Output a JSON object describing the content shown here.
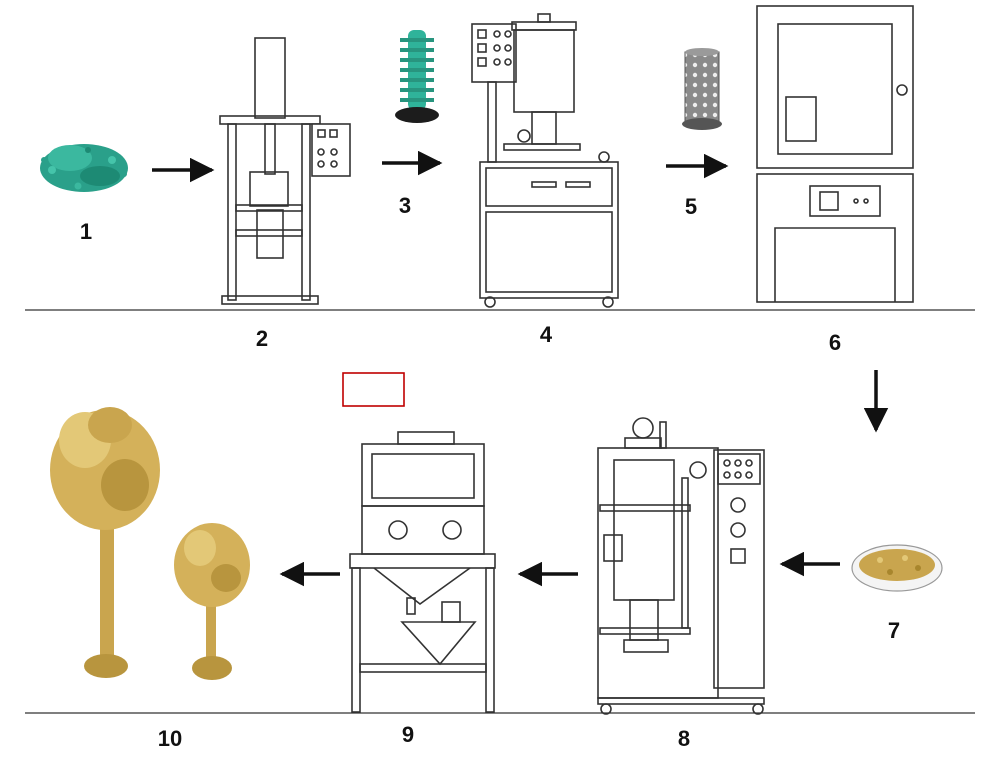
{
  "steps": [
    {
      "label": "1",
      "icon": "green-resin-pellets"
    },
    {
      "label": "2",
      "icon": "injection-press-machine"
    },
    {
      "label": "3",
      "icon": "green-wax-tree-pattern"
    },
    {
      "label": "4",
      "icon": "vacuum-investing-machine"
    },
    {
      "label": "5",
      "icon": "perforated-steel-flask"
    },
    {
      "label": "6",
      "icon": "burnout-kiln"
    },
    {
      "label": "7",
      "icon": "gold-grain-dish"
    },
    {
      "label": "8",
      "icon": "vacuum-casting-machine"
    },
    {
      "label": "9",
      "icon": "devesting-cabinet"
    },
    {
      "label": "10",
      "icon": "cast-gold-trees"
    }
  ],
  "annotation": {
    "icon": "red-outline-box",
    "color": "#c00000"
  },
  "colors": {
    "line": "#333333",
    "arrow": "#111111",
    "resin": "#2aa08a",
    "gold": "#c9a54e"
  }
}
